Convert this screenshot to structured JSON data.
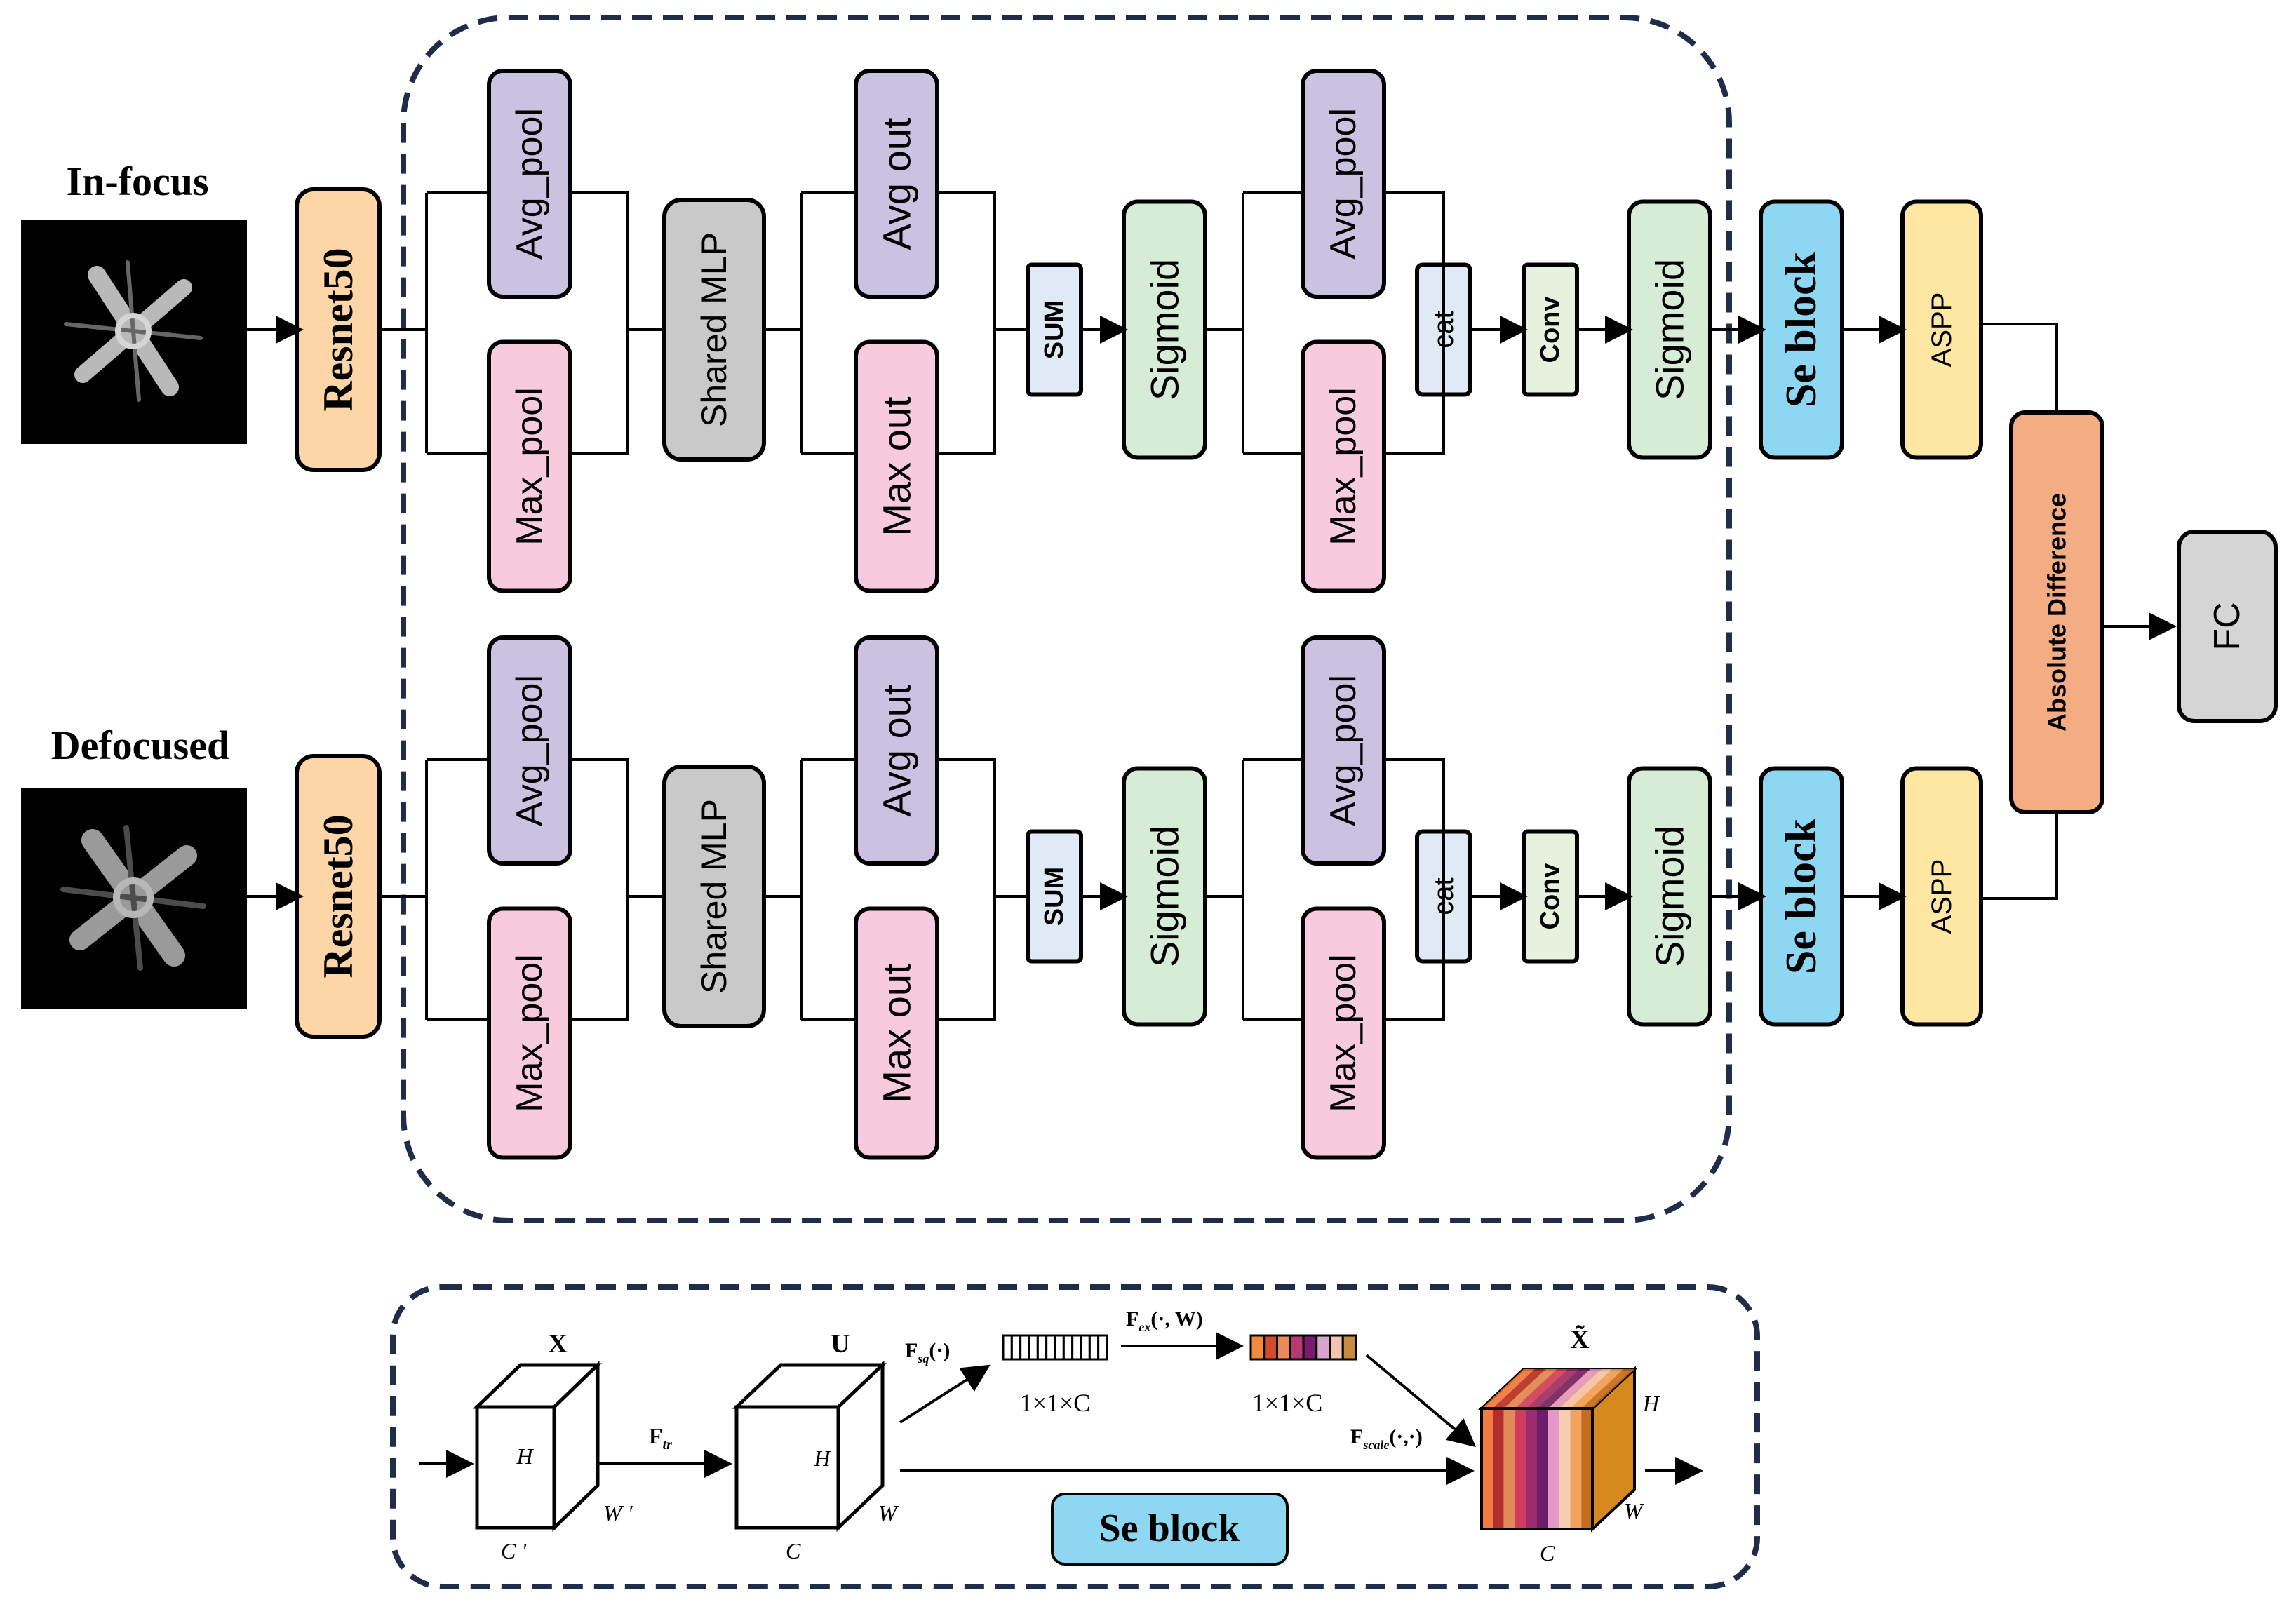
{
  "inputs": {
    "top_label": "In-focus",
    "bottom_label": "Defocused"
  },
  "blocks": {
    "resnet": "Resnet50",
    "avg_pool": "Avg_pool",
    "max_pool": "Max_pool",
    "shared_mlp": "Shared MLP",
    "avg_out": "Avg out",
    "max_out": "Max out",
    "sum": "SUM",
    "sigmoid": "Sigmoid",
    "cat": "cat",
    "conv": "Conv",
    "se_block": "Se block",
    "aspp": "ASPP",
    "abs_diff": "Absolute Difference",
    "fc": "FC"
  },
  "se_detail": {
    "title": "Se block",
    "x_label": "X",
    "u_label": "U",
    "x_tilde": "X̃",
    "h": "H",
    "w": "W",
    "c": "C",
    "w_prime": "W '",
    "c_prime": "C '",
    "f_tr": "F",
    "f_tr_sub": "tr",
    "f_sq": "F",
    "f_sq_sub": "sq",
    "f_sq_arg": "(·)",
    "f_ex": "F",
    "f_ex_sub": "ex",
    "f_ex_arg": "(·, W)",
    "f_scale": "F",
    "f_scale_sub": "scale",
    "f_scale_arg": "(·,·)",
    "dim1": "1×1×C",
    "dim2": "1×1×C"
  },
  "colors": {
    "resnet": "#fdd5a6",
    "avg": "#cbc2e2",
    "max": "#f7cade",
    "mlp": "#c9c9c9",
    "sum": "#dfeaf6",
    "sigmoid": "#d6ecd6",
    "cat": "#dfeaf6",
    "conv": "#e8f1de",
    "se": "#8dd7f2",
    "aspp": "#fde7a3",
    "absdiff": "#f4ad83",
    "fc": "#d5d5d5",
    "dash": "#1f2d4a",
    "vector_colors": [
      "#f08a3d",
      "#d24b2c",
      "#e88a5a",
      "#b33b72",
      "#7b1b6e",
      "#d8a4d0",
      "#f2c3b0",
      "#c68b3e"
    ],
    "cube_stripes": [
      "#f27d3e",
      "#b32d2a",
      "#e08a58",
      "#d03c5f",
      "#9b2a6e",
      "#6d1d69",
      "#e39ac9",
      "#f6cdb0",
      "#f2a45a",
      "#c46d1c"
    ]
  }
}
